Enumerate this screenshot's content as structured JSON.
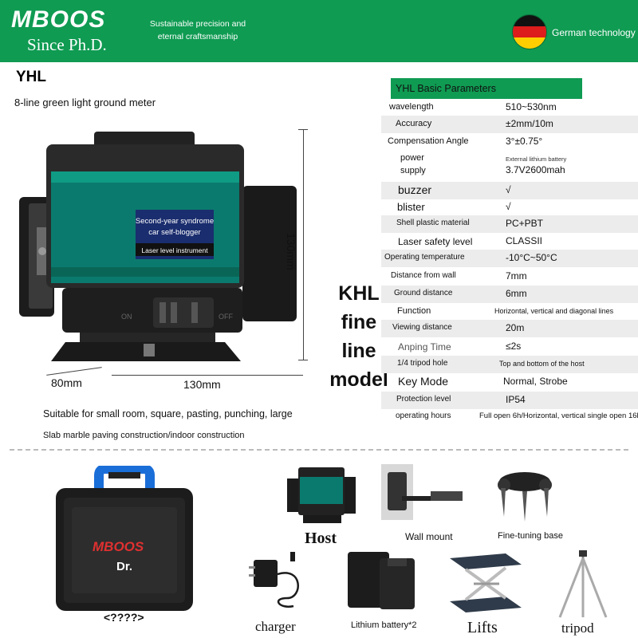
{
  "header": {
    "brand": "MBOOS",
    "since": "Since Ph.D.",
    "tagline": "Sustainable precision and eternal craftsmanship",
    "german_tech": "German technology"
  },
  "product": {
    "model": "YHL",
    "subtitle": "8-line green light ground meter",
    "device_sticker_line1": "Second-year syndrome",
    "device_sticker_line2": "car self-blogger",
    "device_sticker_line3": "Laser level instrument",
    "switch_on": "ON",
    "switch_off": "OFF",
    "dim_depth": "80mm",
    "dim_width": "130mm",
    "dim_height": "130mm",
    "khl_lines": [
      "KHL",
      "fine",
      "line",
      "model"
    ],
    "suitable": "Suitable for small room, square, pasting, punching, large",
    "slab": "Slab marble paving construction/indoor construction"
  },
  "params": {
    "title": "YHL Basic Parameters",
    "rows": [
      {
        "label": "wavelength",
        "value": "510~530nm"
      },
      {
        "label": "Accuracy",
        "value": "±2mm/10m"
      },
      {
        "label": "Compensation Angle",
        "value": "3°±0.75°"
      },
      {
        "label": "power supply",
        "value": "3.7V2600mah",
        "note": "External lithium battery"
      },
      {
        "label": "buzzer",
        "value": "√"
      },
      {
        "label": "blister",
        "value": "√"
      },
      {
        "label": "Shell plastic material",
        "value": "PC+PBT"
      },
      {
        "label": "Laser safety level",
        "value": "CLASSII"
      },
      {
        "label": "Operating temperature",
        "value": "-10°C~50°C"
      },
      {
        "label": "Distance from wall",
        "value": "7mm"
      },
      {
        "label": "Ground distance",
        "value": "6mm"
      },
      {
        "label": "Function",
        "value": "Horizontal, vertical and diagonal lines"
      },
      {
        "label": "Viewing distance",
        "value": "20m"
      },
      {
        "label": "Anping Time",
        "value": "≤2s"
      },
      {
        "label": "1/4 tripod hole",
        "value": "Top and bottom of the host"
      },
      {
        "label": "Key Mode",
        "value": "Normal, Strobe"
      },
      {
        "label": "Protection level",
        "value": "IP54"
      },
      {
        "label": "operating hours",
        "value": "Full open 6h/Horizontal, vertical single open 16h"
      }
    ]
  },
  "accessories": {
    "case_brand": "MBOOS",
    "case_sub": "Dr.",
    "case_label": "<????>",
    "host": "Host",
    "wall_mount": "Wall mount",
    "fine_tuning_base": "Fine-tuning base",
    "charger": "charger",
    "battery": "Lithium battery*2",
    "lifts": "Lifts",
    "tripod": "tripod"
  },
  "colors": {
    "brand_green": "#0f9b52",
    "device_teal": "#0b7a6e",
    "case_handle_blue": "#1a6ed8"
  }
}
